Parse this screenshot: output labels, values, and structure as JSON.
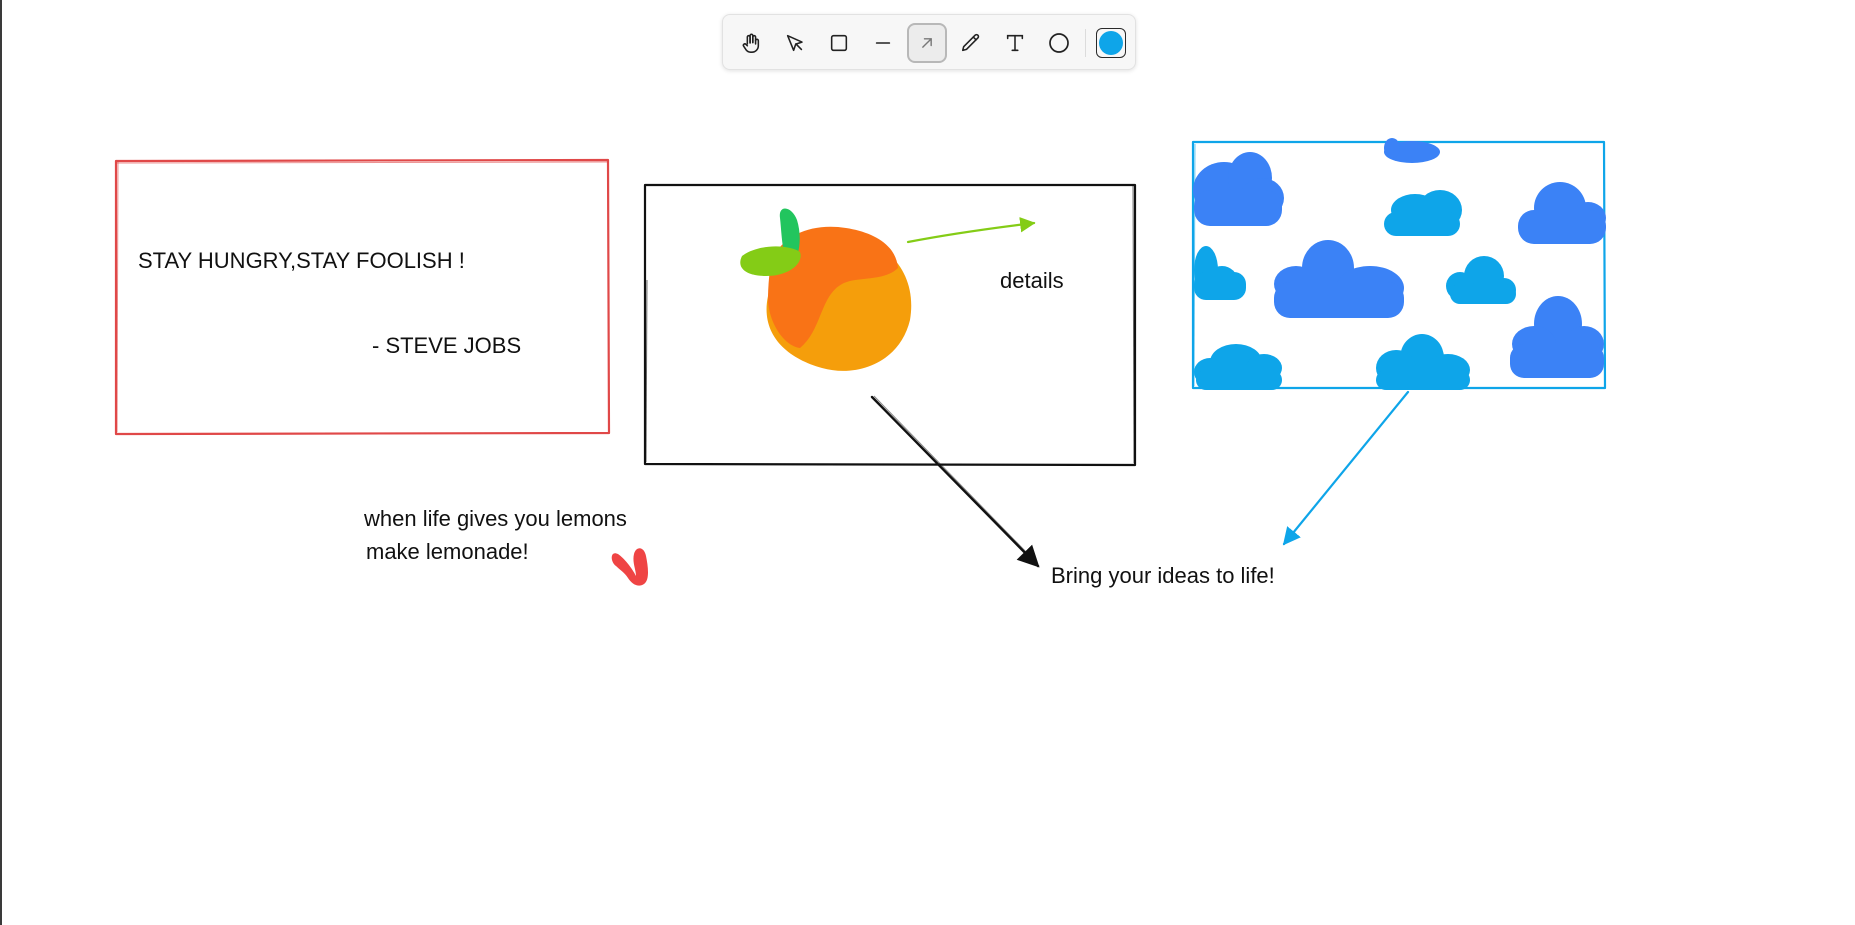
{
  "toolbar": {
    "tools": [
      {
        "name": "hand-tool",
        "icon": "hand-icon"
      },
      {
        "name": "select-tool",
        "icon": "cursor-icon"
      },
      {
        "name": "rectangle-tool",
        "icon": "rectangle-icon"
      },
      {
        "name": "line-tool",
        "icon": "line-icon"
      },
      {
        "name": "arrow-tool",
        "icon": "arrow-icon",
        "active": true
      },
      {
        "name": "pencil-tool",
        "icon": "pencil-icon"
      },
      {
        "name": "text-tool",
        "icon": "text-icon"
      },
      {
        "name": "circle-tool",
        "icon": "circle-icon"
      }
    ],
    "current_color": "#0ea5e9"
  },
  "canvas": {
    "quote_card": {
      "border_color": "#e04848",
      "quote": "STAY HUNGRY,STAY FOOLISH !",
      "author": "- STEVE JOBS"
    },
    "orange_card": {
      "border_color": "#111111",
      "details_label": "details",
      "details_arrow_color": "#84cc16",
      "fruit_colors": {
        "orange": "#f97316",
        "yellow_orange": "#f59e0b",
        "leaf_dark": "#22c55e",
        "leaf_light": "#84cc16"
      }
    },
    "cloud_card": {
      "border_color": "#0ea5e9",
      "cloud_colors": [
        "#3b82f6",
        "#0ea5e9"
      ]
    },
    "lemons_note": {
      "line1": "when life gives you lemons",
      "line2": "make lemonade!",
      "heart_color": "#ef4444"
    },
    "ideas_label": "Bring your ideas to life!",
    "black_arrow_color": "#111111",
    "blue_arrow_color": "#0ea5e9"
  }
}
